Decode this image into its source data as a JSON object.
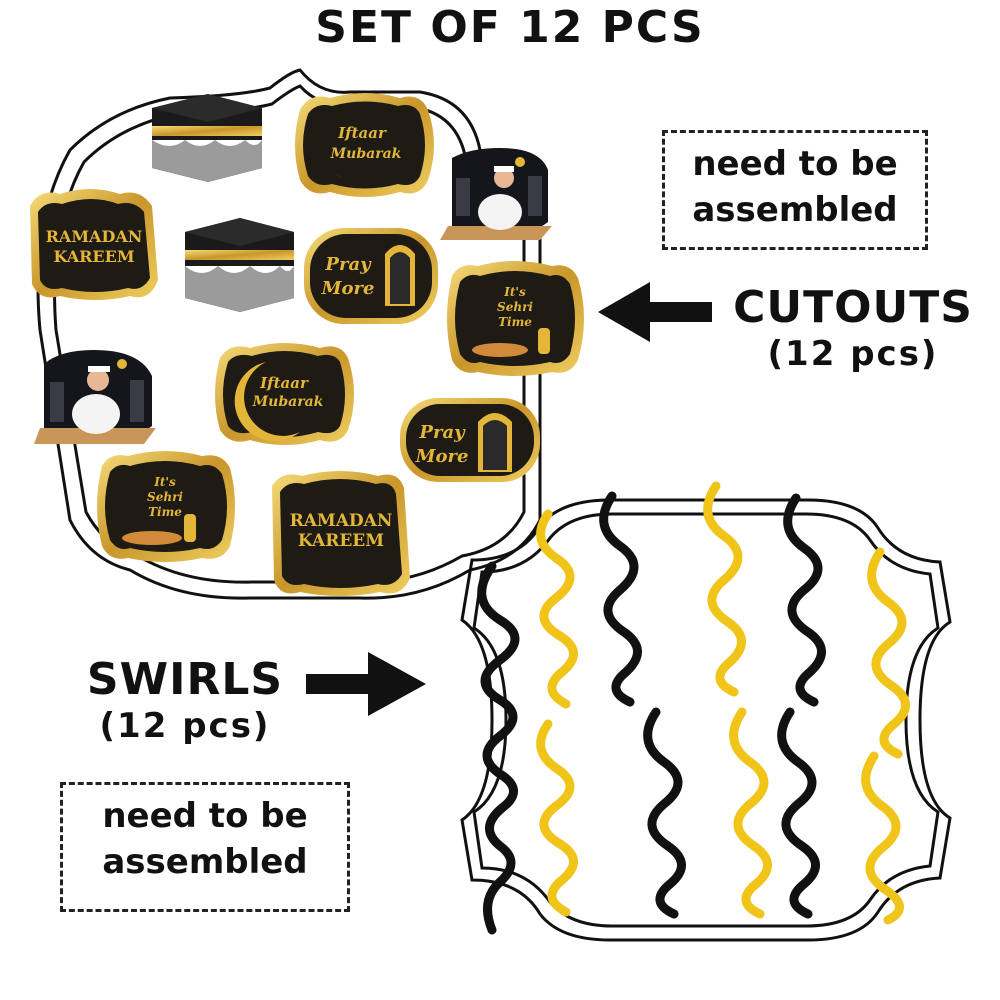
{
  "title": "SET OF 12 PCS",
  "cutouts_label": {
    "main": "CUTOUTS",
    "sub": "(12 pcs)"
  },
  "swirls_label": {
    "main": "SWIRLS",
    "sub": "(12 pcs)"
  },
  "note_top": {
    "line1": "need to be",
    "line2": "assembled"
  },
  "note_bottom": {
    "line1": "need to be",
    "line2": "assembled"
  },
  "cards": {
    "iftaar_1": {
      "line1": "Iftaar",
      "line2": "Mubarak"
    },
    "iftaar_2": {
      "line1": "Iftaar",
      "line2": "Mubarak"
    },
    "ramadan_1": {
      "line1": "RAMADAN",
      "line2": "KAREEM"
    },
    "ramadan_2": {
      "line1": "RAMADAN",
      "line2": "KAREEM"
    },
    "pray_1": {
      "line1": "Pray",
      "line2": "More"
    },
    "pray_2": {
      "line1": "Pray",
      "line2": "More"
    },
    "sehri_1": {
      "line1": "It's",
      "line2": "Sehri",
      "line3": "Time"
    },
    "sehri_2": {
      "line1": "It's",
      "line2": "Sehri",
      "line3": "Time"
    }
  },
  "colors": {
    "gold": "#e3b63a",
    "black": "#111111",
    "card_bg": "#1e1a14"
  }
}
